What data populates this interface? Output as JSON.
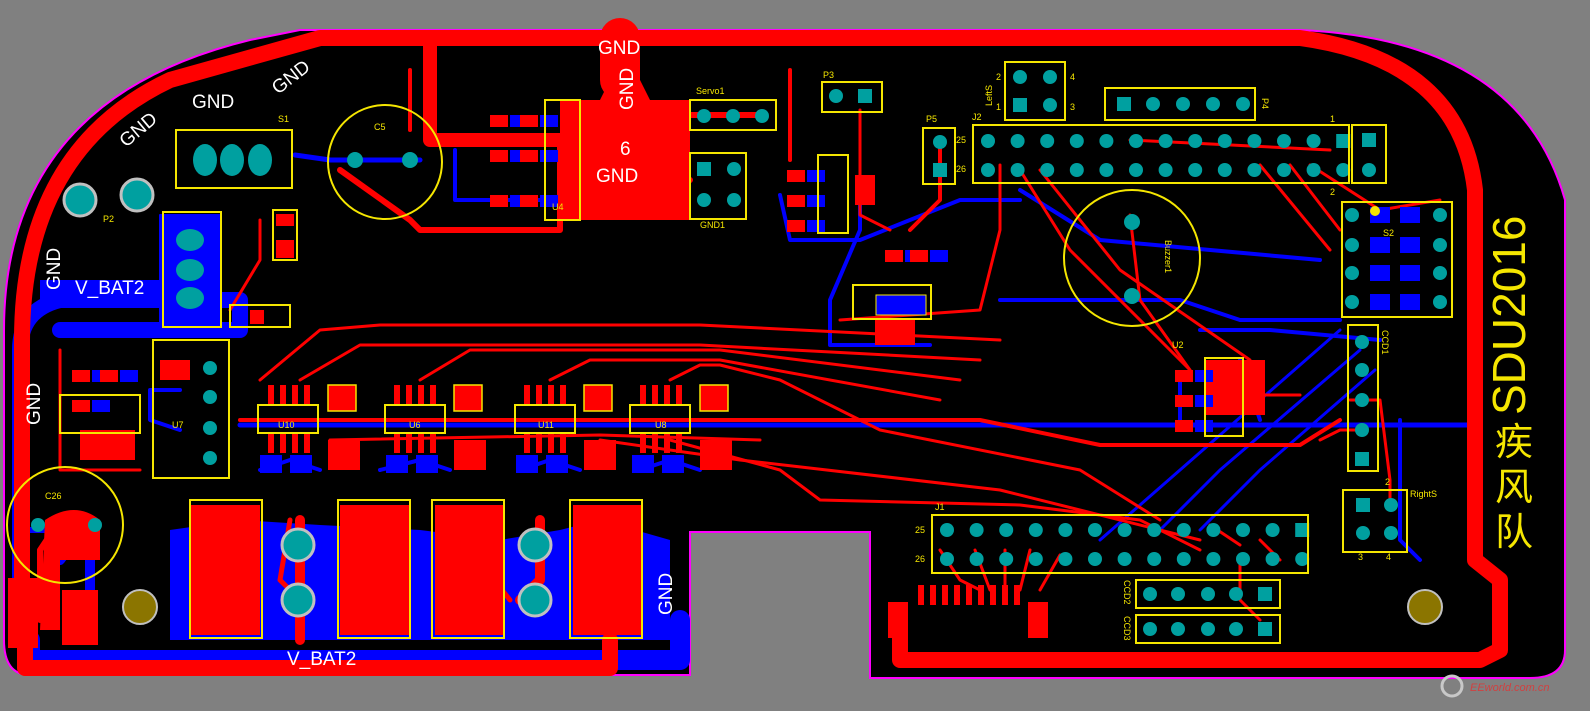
{
  "board": {
    "title_text": "SDU2016",
    "team_text": [
      "疾",
      "风",
      "队"
    ],
    "watermark": "EEworld.com.cn"
  },
  "nets": {
    "gnd": "GND",
    "gnd_center": [
      "6",
      "GND"
    ],
    "vbat": "V_BAT2"
  },
  "designators": {
    "s1": "S1",
    "c5": "C5",
    "c26": "C26",
    "p2": "P2",
    "p3": "P3",
    "servo": "Servo1",
    "u4": "U4",
    "u7": "U7",
    "j1": "J1",
    "j2": "J2",
    "lefts": "LeftS",
    "rights": "RightS",
    "buzzer": "Buzzer1",
    "ccd1": "CCD1",
    "ccd2": "CCD2",
    "ccd3": "CCD3",
    "u2": "U2",
    "u6": "U6",
    "u8": "U8",
    "u10": "U10",
    "u11": "U11",
    "s2": "S2",
    "p5": "P5",
    "p4": "P4",
    "j1_pin25": "25",
    "j1_pin26": "26",
    "j2_pin25": "25",
    "j2_pin26": "26",
    "pin1": "1",
    "pin2": "2",
    "pin3": "3",
    "pin4": "4",
    "gnd_small": "GND1"
  },
  "colors": {
    "background": "#808080",
    "board": "#000000",
    "outline": "#ff00ff",
    "top_copper": "#ff0000",
    "bottom_copper": "#0000ff",
    "pad": "#00a0a0",
    "hole": "#c0c0c0",
    "silkscreen": "#f5e600",
    "mount_hole": "#8b7500"
  }
}
